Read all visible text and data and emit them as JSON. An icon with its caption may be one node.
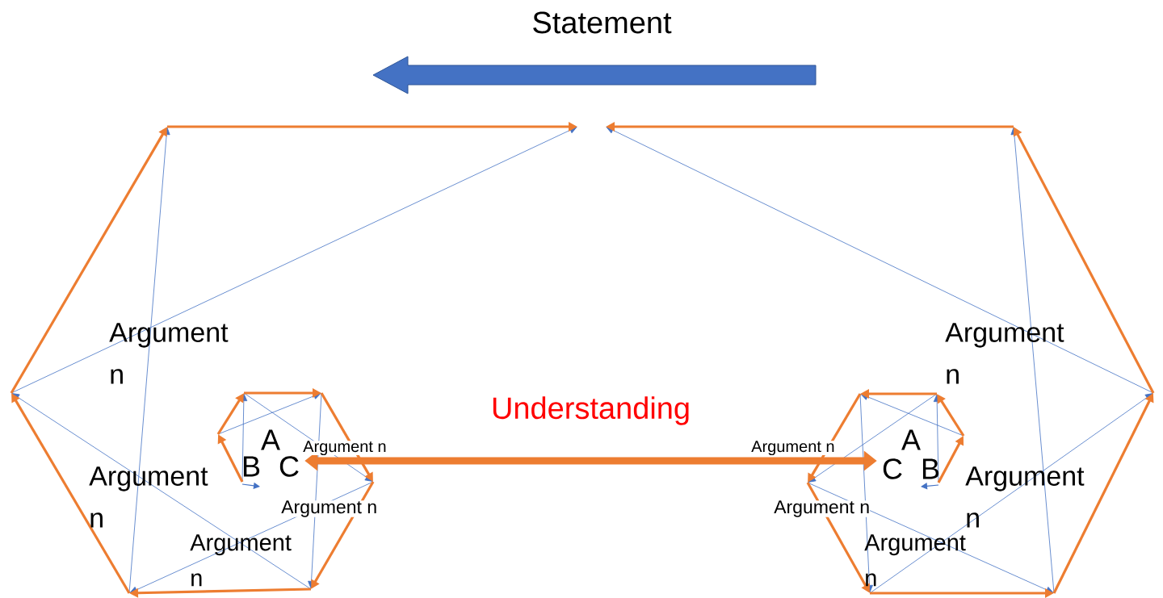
{
  "diagram": {
    "nodes": [
      {
        "text": [
          "A"
        ]
      },
      {
        "text": [
          "B"
        ]
      },
      {
        "text": [
          "C"
        ]
      },
      {
        "text": [
          "A"
        ]
      },
      {
        "text": [
          "C"
        ]
      },
      {
        "text": [
          "B"
        ]
      }
    ],
    "edges": [
      {
        "from": 2,
        "to": 4,
        "arrow": "both",
        "label": "Understanding"
      }
    ],
    "labels": [
      "Statement",
      "Argument n",
      "Argument n",
      "Argument n",
      "Argument n",
      "Argument n",
      "Argument n",
      "Argument n",
      "Argument n",
      "Argument n",
      "Argument n"
    ]
  }
}
